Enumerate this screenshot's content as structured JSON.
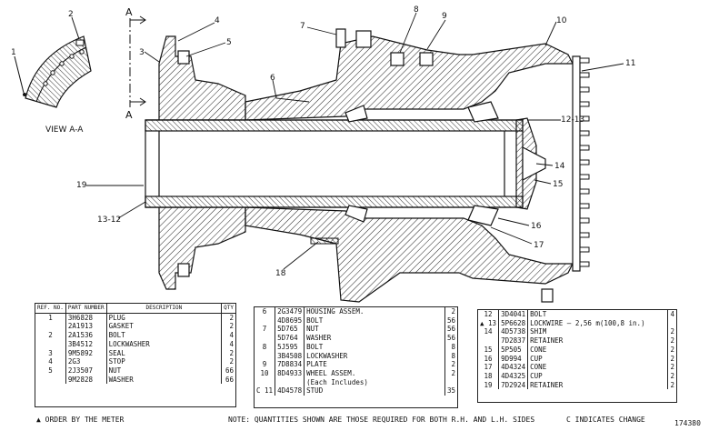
{
  "view_label": "VIEW A-A",
  "section_letters": [
    "A",
    "A"
  ],
  "callouts": [
    "1",
    "2",
    "3",
    "4",
    "5",
    "6",
    "7",
    "8",
    "9",
    "10",
    "11",
    "12-13",
    "14",
    "15",
    "16",
    "17",
    "18",
    "19",
    "13-12"
  ],
  "table_headers": {
    "ref_no": "REF. NO.",
    "part_number": "PART NUMBER",
    "description": "DESCRIPTION",
    "qty": "QTY"
  },
  "table1": [
    {
      "ref": "1",
      "part": "3H6828",
      "desc": "PLUG",
      "qty": "2"
    },
    {
      "ref": "",
      "part": "2A1913",
      "desc": "GASKET",
      "qty": "2"
    },
    {
      "ref": "2",
      "part": "2A1536",
      "desc": "BOLT",
      "qty": "4"
    },
    {
      "ref": "",
      "part": "3B4512",
      "desc": "LOCKWASHER",
      "qty": "4"
    },
    {
      "ref": "3",
      "part": "9M5892",
      "desc": "SEAL",
      "qty": "2"
    },
    {
      "ref": "4",
      "part": "2G3",
      "desc": "STOP",
      "qty": "2"
    },
    {
      "ref": "5",
      "part": "2J3507",
      "desc": "NUT",
      "qty": "66"
    },
    {
      "ref": "",
      "part": "9M2828",
      "desc": "WASHER",
      "qty": "66"
    }
  ],
  "table2": [
    {
      "ref": "6",
      "part": "2G3479",
      "desc": "HOUSING ASSEM.",
      "qty": "2"
    },
    {
      "ref": "",
      "part": "4D8695",
      "desc": "BOLT",
      "qty": "56"
    },
    {
      "ref": "7",
      "part": "5D765",
      "desc": "NUT",
      "qty": "56"
    },
    {
      "ref": "",
      "part": "5D764",
      "desc": "WASHER",
      "qty": "56"
    },
    {
      "ref": "8",
      "part": "5J595",
      "desc": "BOLT",
      "qty": "8"
    },
    {
      "ref": "",
      "part": "3B4508",
      "desc": "LOCKWASHER",
      "qty": "8"
    },
    {
      "ref": "9",
      "part": "7D8834",
      "desc": "PLATE",
      "qty": "2"
    },
    {
      "ref": "10",
      "part": "8D4933",
      "desc": "WHEEL ASSEM.",
      "qty": "2"
    },
    {
      "ref": "",
      "part": "",
      "desc": "(Each Includes)",
      "qty": ""
    },
    {
      "ref": "C 11",
      "part": "4D4578",
      "desc": "STUD",
      "qty": "35"
    }
  ],
  "table3": [
    {
      "ref": "12",
      "part": "3D4041",
      "desc": "BOLT",
      "qty": "4"
    },
    {
      "ref": "▲ 13",
      "part": "5P6628",
      "desc": "LOCKWIRE — 2,56 m(100,8 in.)",
      "qty": ""
    },
    {
      "ref": "14",
      "part": "4D5738",
      "desc": "SHIM",
      "qty": "2"
    },
    {
      "ref": "",
      "part": "7D2837",
      "desc": "RETAINER",
      "qty": "2"
    },
    {
      "ref": "15",
      "part": "5P505",
      "desc": "CONE",
      "qty": "2"
    },
    {
      "ref": "16",
      "part": "9D994",
      "desc": "CUP",
      "qty": "2"
    },
    {
      "ref": "17",
      "part": "4D4324",
      "desc": "CONE",
      "qty": "2"
    },
    {
      "ref": "18",
      "part": "4D4325",
      "desc": "CUP",
      "qty": "2"
    },
    {
      "ref": "19",
      "part": "7D2924",
      "desc": "RETAINER",
      "qty": "2"
    }
  ],
  "footer": {
    "left": "▲ ORDER BY THE METER",
    "note": "NOTE: QUANTITIES SHOWN ARE THOSE REQUIRED FOR BOTH R.H. AND L.H. SIDES",
    "change": "C INDICATES CHANGE",
    "figure_number": "174380"
  }
}
